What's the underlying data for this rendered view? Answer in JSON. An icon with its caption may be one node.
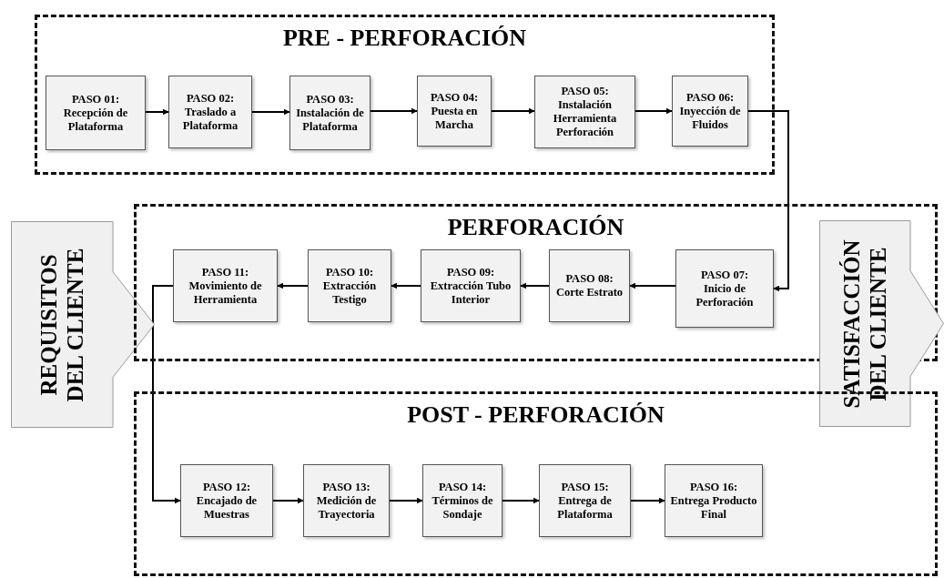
{
  "diagram": {
    "nodes": [
      {
        "text": [
          "PRE - PERFORACIÓN"
        ]
      },
      {
        "text": [
          "PASO 01:",
          "Recepción de Plataforma"
        ],
        "in": 0
      },
      {
        "text": [
          "PASO 02:",
          "Traslado a Plataforma"
        ],
        "in": 0
      },
      {
        "text": [
          "PASO 03:",
          "Instalación de Plataforma"
        ],
        "in": 0
      },
      {
        "text": [
          "PASO 04:",
          "Puesta en Marcha"
        ],
        "in": 0
      },
      {
        "text": [
          "PASO 05:",
          "Instalación Herramienta Perforación"
        ],
        "in": 0
      },
      {
        "text": [
          "PASO 06:",
          "Inyección de Fluidos"
        ],
        "in": 0
      },
      {
        "text": [
          "REQUISITOS DEL CLIENTE"
        ]
      },
      {
        "text": [
          "PERFORACIÓN"
        ]
      },
      {
        "text": [
          "PASO 11:",
          "Movimiento de Herramienta"
        ],
        "in": 8
      },
      {
        "text": [
          "PASO 10:",
          "Extracción Testigo"
        ],
        "in": 8
      },
      {
        "text": [
          "PASO 09:",
          "Extracción Tubo Interior"
        ],
        "in": 8
      },
      {
        "text": [
          "PASO 08:",
          "Corte Estrato"
        ],
        "in": 8
      },
      {
        "text": [
          "PASO 07:",
          "Inicio de Perforación"
        ],
        "in": 8
      },
      {
        "text": [
          "SATISFACCIÓN DEL CLIENTE"
        ]
      },
      {
        "text": [
          "POST - PERFORACIÓN"
        ]
      },
      {
        "text": [
          "PASO 12:",
          "Encajado de Muestras"
        ],
        "in": 15
      },
      {
        "text": [
          "PASO 13:",
          "Medición de Trayectoria"
        ],
        "in": 15
      },
      {
        "text": [
          "PASO 14:",
          "Términos de Sondaje"
        ],
        "in": 15
      },
      {
        "text": [
          "PASO 15:",
          "Entrega de Plataforma"
        ],
        "in": 15
      },
      {
        "text": [
          "PASO 16:",
          "Entrega Producto Final"
        ],
        "in": 15
      }
    ],
    "edges": [
      {
        "from": 1,
        "to": 2,
        "arrow": "to"
      },
      {
        "from": 2,
        "to": 3,
        "arrow": "to"
      },
      {
        "from": 3,
        "to": 4,
        "arrow": "to"
      },
      {
        "from": 4,
        "to": 5,
        "arrow": "to"
      },
      {
        "from": 5,
        "to": 6,
        "arrow": "to"
      },
      {
        "from": 6,
        "to": 13,
        "arrow": "to"
      },
      {
        "from": 13,
        "to": 12,
        "arrow": "to"
      },
      {
        "from": 12,
        "to": 11,
        "arrow": "to"
      },
      {
        "from": 11,
        "to": 10,
        "arrow": "to"
      },
      {
        "from": 10,
        "to": 9,
        "arrow": "to"
      },
      {
        "from": 9,
        "to": 16,
        "arrow": "to"
      },
      {
        "from": 16,
        "to": 17,
        "arrow": "to"
      },
      {
        "from": 17,
        "to": 18,
        "arrow": "to"
      },
      {
        "from": 18,
        "to": 19,
        "arrow": "to"
      },
      {
        "from": 19,
        "to": 20,
        "arrow": "to"
      }
    ]
  }
}
